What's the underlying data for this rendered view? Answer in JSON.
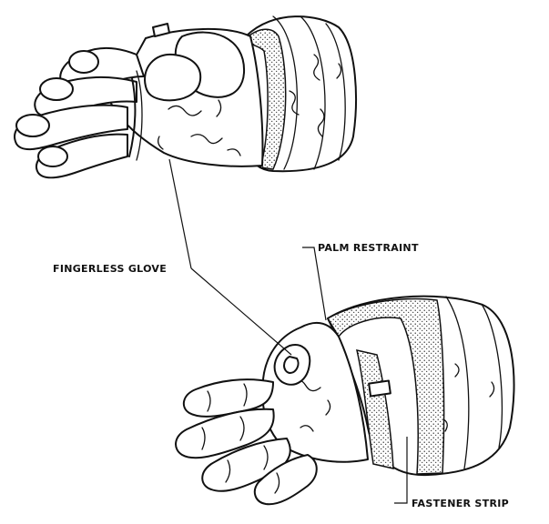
{
  "labels": {
    "fingerless_glove": "FINGERLESS GLOVE",
    "palm_restraint": "PALM RESTRAINT",
    "fastener_strip": "FASTENER STRIP"
  }
}
